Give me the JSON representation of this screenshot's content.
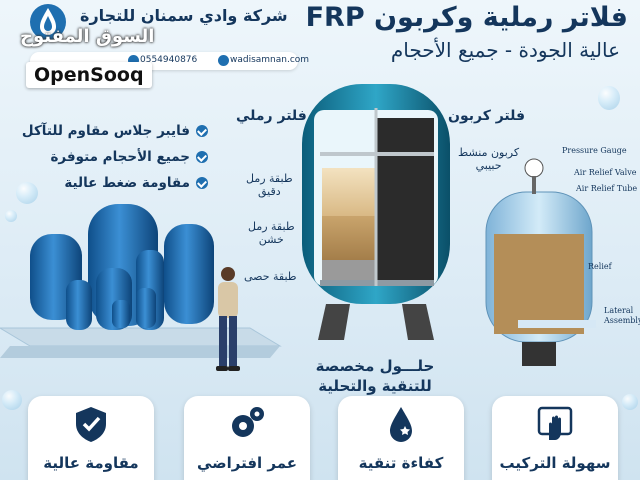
{
  "header": {
    "title_main": "فلاتر رملية وكربون FRP",
    "title_sub": "عالية الجودة - جميع الأحجام",
    "company": "شركة وادي سمنان للتجارة",
    "phone": "0554940876",
    "website": "wadisamnan.com"
  },
  "watermark": {
    "arabic": "السوق المفتوح",
    "badge": "OpenSooq"
  },
  "features": [
    "فايبر جلاس مقاوم للتآكل",
    "جميع الأحجام متوفرة",
    "مقاومة ضغط عالية"
  ],
  "labels": {
    "sand_filter": "فلتر رملي",
    "carbon_filter": "فلتر كربون",
    "layer_fine": "طبقة رمل\nدقيق",
    "layer_coarse": "طبقة رمل\nخشن",
    "layer_gravel": "طبقة حصى",
    "carbon_layer": "كربون منشط\nحبيبي",
    "solutions": "حلـــول مخصصة\nللتنقية والتحلية"
  },
  "tech_labels": {
    "gauge": "Pressure Gauge",
    "valve": "Air Relief Valve",
    "tube": "Air Relief Tube",
    "relief": "Relief",
    "lateral": "Lateral",
    "assembly": "Assembly"
  },
  "cards": [
    {
      "title": "مقاومة عالية",
      "icon": "shield-check-icon"
    },
    {
      "title": "عمر افتراضي",
      "icon": "gears-icon"
    },
    {
      "title": "كفاءة تنقية",
      "icon": "water-drop-icon"
    },
    {
      "title": "سهولة التركيب",
      "icon": "hand-icon"
    }
  ],
  "colors": {
    "navy": "#14365c",
    "tank_blue": "#1f6fb0",
    "accent_teal": "#1d8aa8"
  }
}
